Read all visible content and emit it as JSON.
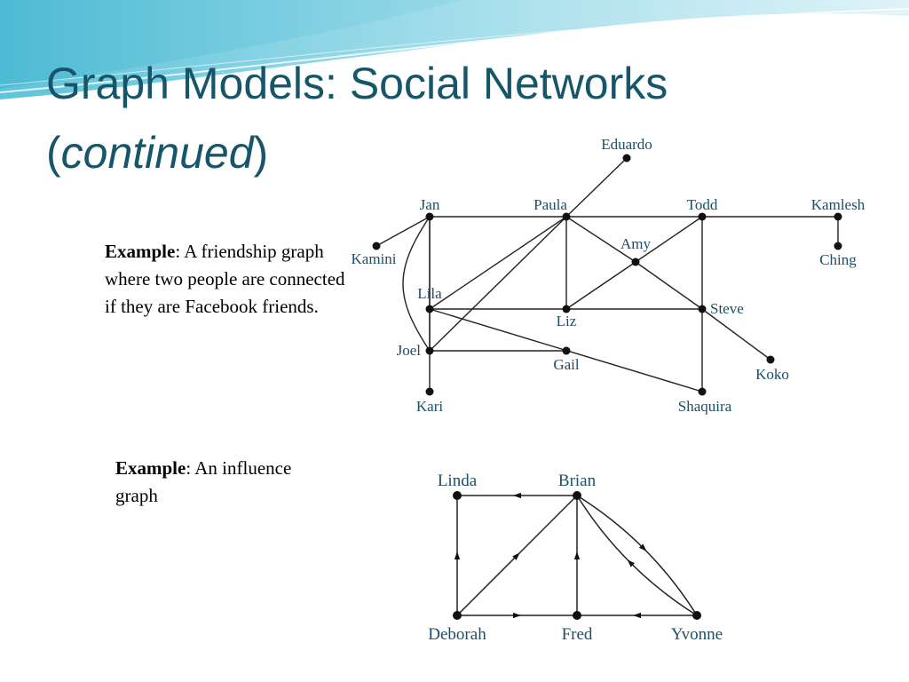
{
  "slide": {
    "title": "Graph Models: Social Networks",
    "subtitle_open": "(",
    "subtitle_italic": "continued",
    "subtitle_close": ")"
  },
  "example_friendship": {
    "lead": "Example",
    "body": ": A friendship graph where two people are connected if they are Facebook friends."
  },
  "example_influence": {
    "lead": "Example",
    "body": ": An influence graph"
  },
  "friendship_graph": {
    "nodes": [
      {
        "id": "eduardo",
        "label": "Eduardo"
      },
      {
        "id": "jan",
        "label": "Jan"
      },
      {
        "id": "paula",
        "label": "Paula"
      },
      {
        "id": "todd",
        "label": "Todd"
      },
      {
        "id": "kamlesh",
        "label": "Kamlesh"
      },
      {
        "id": "kamini",
        "label": "Kamini"
      },
      {
        "id": "amy",
        "label": "Amy"
      },
      {
        "id": "ching",
        "label": "Ching"
      },
      {
        "id": "lila",
        "label": "Lila"
      },
      {
        "id": "liz",
        "label": "Liz"
      },
      {
        "id": "steve",
        "label": "Steve"
      },
      {
        "id": "joel",
        "label": "Joel"
      },
      {
        "id": "gail",
        "label": "Gail"
      },
      {
        "id": "koko",
        "label": "Koko"
      },
      {
        "id": "kari",
        "label": "Kari"
      },
      {
        "id": "shaquira",
        "label": "Shaquira"
      }
    ],
    "edges": [
      [
        "jan",
        "kamlesh"
      ],
      [
        "jan",
        "kamini"
      ],
      [
        "jan",
        "lila"
      ],
      [
        "jan",
        "joel"
      ],
      [
        "paula",
        "eduardo"
      ],
      [
        "paula",
        "liz"
      ],
      [
        "paula",
        "lila"
      ],
      [
        "paula",
        "joel"
      ],
      [
        "paula",
        "amy"
      ],
      [
        "amy",
        "steve"
      ],
      [
        "steve",
        "koko"
      ],
      [
        "todd",
        "amy"
      ],
      [
        "amy",
        "liz"
      ],
      [
        "todd",
        "steve"
      ],
      [
        "steve",
        "shaquira"
      ],
      [
        "kamlesh",
        "ching"
      ],
      [
        "lila",
        "steve"
      ],
      [
        "lila",
        "joel"
      ],
      [
        "lila",
        "shaquira"
      ],
      [
        "joel",
        "gail"
      ],
      [
        "joel",
        "kari"
      ]
    ]
  },
  "influence_graph": {
    "nodes": [
      {
        "id": "linda",
        "label": "Linda"
      },
      {
        "id": "brian",
        "label": "Brian"
      },
      {
        "id": "deborah",
        "label": "Deborah"
      },
      {
        "id": "fred",
        "label": "Fred"
      },
      {
        "id": "yvonne",
        "label": "Yvonne"
      }
    ],
    "edges": [
      {
        "from": "brian",
        "to": "linda"
      },
      {
        "from": "deborah",
        "to": "linda"
      },
      {
        "from": "deborah",
        "to": "brian"
      },
      {
        "from": "fred",
        "to": "brian"
      },
      {
        "from": "deborah",
        "to": "fred"
      },
      {
        "from": "yvonne",
        "to": "fred"
      },
      {
        "from": "brian",
        "to": "yvonne"
      },
      {
        "from": "yvonne",
        "to": "brian"
      }
    ]
  },
  "colors": {
    "title": "#17556a",
    "label": "#1c4f66",
    "edge": "#222222",
    "node": "#111111"
  }
}
